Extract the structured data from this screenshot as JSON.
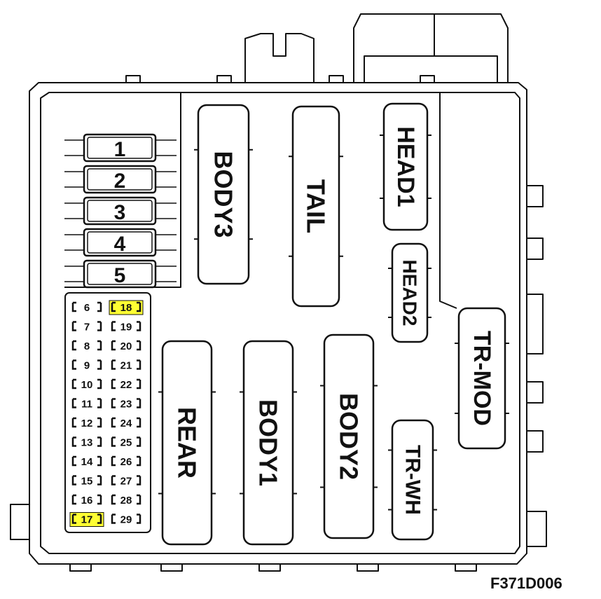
{
  "diagram": {
    "code": "F371D006",
    "highlight_color": "#ffff33",
    "large_fuses": [
      "1",
      "2",
      "3",
      "4",
      "5"
    ],
    "small_fuses_left": [
      "6",
      "7",
      "8",
      "9",
      "10",
      "11",
      "12",
      "13",
      "14",
      "15",
      "16",
      "17"
    ],
    "small_fuses_right": [
      "18",
      "19",
      "20",
      "21",
      "22",
      "23",
      "24",
      "25",
      "26",
      "27",
      "28",
      "29"
    ],
    "highlighted": [
      "17",
      "18"
    ],
    "relays": {
      "body3": "BODY3",
      "tail": "TAIL",
      "head1": "HEAD1",
      "head2": "HEAD2",
      "tr_mod": "TR-MOD",
      "rear": "REAR",
      "body1": "BODY1",
      "body2": "BODY2",
      "tr_wh": "TR-WH"
    }
  }
}
